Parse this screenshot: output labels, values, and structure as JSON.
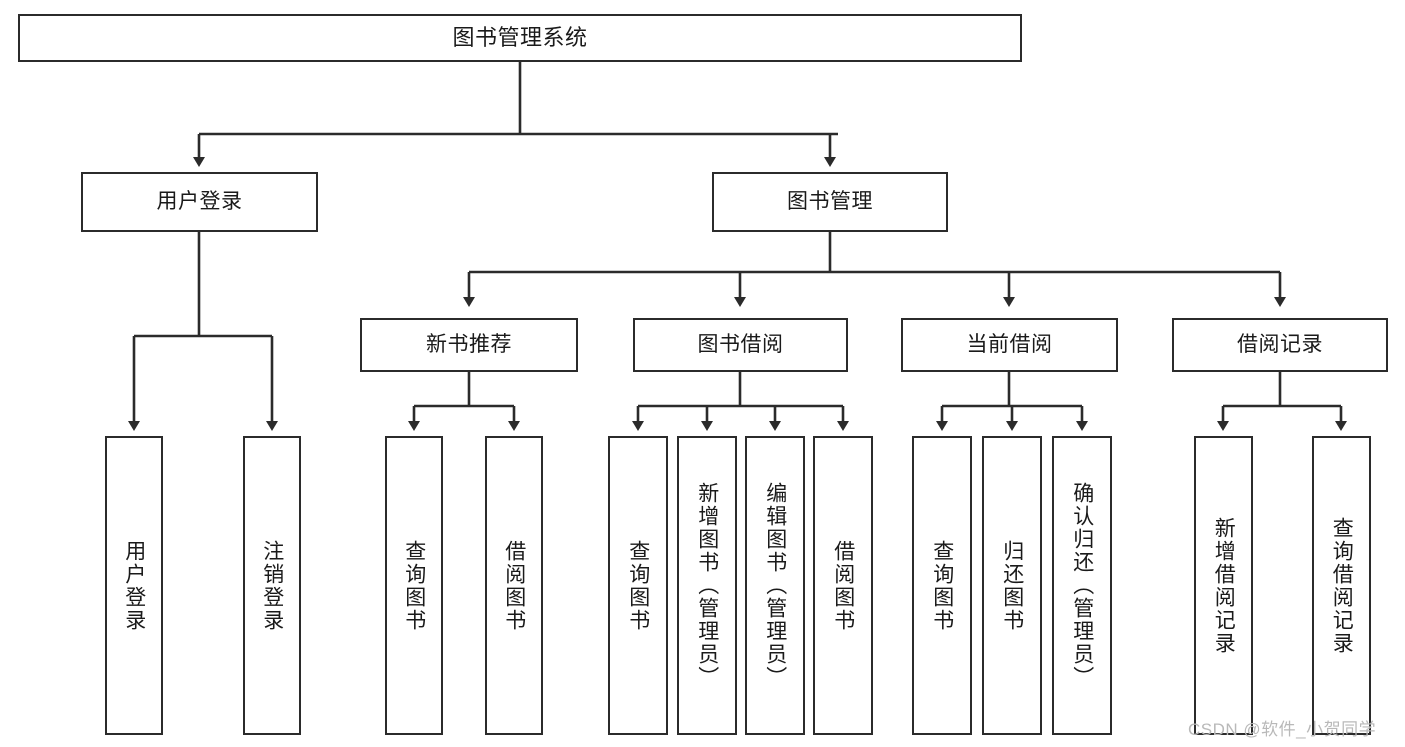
{
  "diagram": {
    "type": "tree-hierarchy-chart",
    "title": "图书管理系统",
    "colors": {
      "box_border": "#2b2b2b",
      "box_fill": "#ffffff",
      "edge": "#2b2b2b",
      "background": "#ffffff",
      "watermark": "#b9b9b9"
    },
    "nodes": {
      "root": {
        "label": "图书管理系统",
        "level": 1,
        "orientation": "horizontal"
      },
      "user_login": {
        "label": "用户登录",
        "level": 2,
        "orientation": "horizontal"
      },
      "book_manage": {
        "label": "图书管理",
        "level": 2,
        "orientation": "horizontal"
      },
      "new_book_rec": {
        "label": "新书推荐",
        "level": 3,
        "orientation": "horizontal"
      },
      "book_borrow": {
        "label": "图书借阅",
        "level": 3,
        "orientation": "horizontal"
      },
      "current_borrow": {
        "label": "当前借阅",
        "level": 3,
        "orientation": "horizontal"
      },
      "borrow_record": {
        "label": "借阅记录",
        "level": 3,
        "orientation": "horizontal"
      },
      "leaf_user_login": {
        "label": "用户登录",
        "level": 4,
        "orientation": "vertical"
      },
      "leaf_logout": {
        "label": "注销登录",
        "level": 4,
        "orientation": "vertical"
      },
      "leaf_query_book_1": {
        "label": "查询图书",
        "level": 4,
        "orientation": "vertical"
      },
      "leaf_borrow_book_1": {
        "label": "借阅图书",
        "level": 4,
        "orientation": "vertical"
      },
      "leaf_query_book_2": {
        "label": "查询图书",
        "level": 4,
        "orientation": "vertical"
      },
      "leaf_add_book": {
        "label": "新增图书（管理员）",
        "level": 4,
        "orientation": "vertical"
      },
      "leaf_edit_book": {
        "label": "编辑图书（管理员）",
        "level": 4,
        "orientation": "vertical"
      },
      "leaf_borrow_book_2": {
        "label": "借阅图书",
        "level": 4,
        "orientation": "vertical"
      },
      "leaf_query_book_3": {
        "label": "查询图书",
        "level": 4,
        "orientation": "vertical"
      },
      "leaf_return_book": {
        "label": "归还图书",
        "level": 4,
        "orientation": "vertical"
      },
      "leaf_confirm_return": {
        "label": "确认归还（管理员）",
        "level": 4,
        "orientation": "vertical"
      },
      "leaf_add_record": {
        "label": "新增借阅记录",
        "level": 4,
        "orientation": "vertical"
      },
      "leaf_query_record": {
        "label": "查询借阅记录",
        "level": 4,
        "orientation": "vertical"
      }
    },
    "edges": [
      {
        "from": "root",
        "to": "user_login"
      },
      {
        "from": "root",
        "to": "book_manage"
      },
      {
        "from": "user_login",
        "to": "leaf_user_login"
      },
      {
        "from": "user_login",
        "to": "leaf_logout"
      },
      {
        "from": "book_manage",
        "to": "new_book_rec"
      },
      {
        "from": "book_manage",
        "to": "book_borrow"
      },
      {
        "from": "book_manage",
        "to": "current_borrow"
      },
      {
        "from": "book_manage",
        "to": "borrow_record"
      },
      {
        "from": "new_book_rec",
        "to": "leaf_query_book_1"
      },
      {
        "from": "new_book_rec",
        "to": "leaf_borrow_book_1"
      },
      {
        "from": "book_borrow",
        "to": "leaf_query_book_2"
      },
      {
        "from": "book_borrow",
        "to": "leaf_add_book"
      },
      {
        "from": "book_borrow",
        "to": "leaf_edit_book"
      },
      {
        "from": "book_borrow",
        "to": "leaf_borrow_book_2"
      },
      {
        "from": "current_borrow",
        "to": "leaf_query_book_3"
      },
      {
        "from": "current_borrow",
        "to": "leaf_return_book"
      },
      {
        "from": "current_borrow",
        "to": "leaf_confirm_return"
      },
      {
        "from": "borrow_record",
        "to": "leaf_add_record"
      },
      {
        "from": "borrow_record",
        "to": "leaf_query_record"
      }
    ]
  },
  "watermark": {
    "text": "CSDN @软件_小贺同学"
  }
}
